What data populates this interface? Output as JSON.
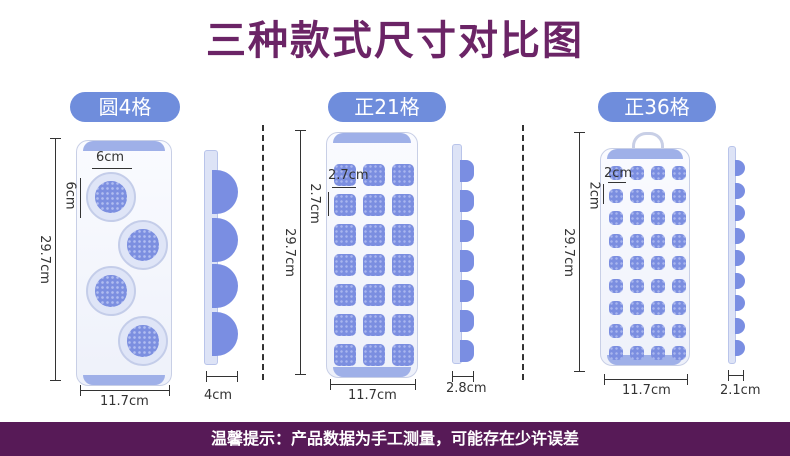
{
  "title": "三种款式尺寸对比图",
  "products": [
    {
      "label": "圆4格",
      "tray_length": "29.7cm",
      "tray_width": "11.7cm",
      "depth": "4cm",
      "cell_width": "6cm",
      "cell_height": "6cm"
    },
    {
      "label": "正21格",
      "tray_length": "29.7cm",
      "tray_width": "11.7cm",
      "depth": "2.8cm",
      "cell_width": "2.7cm",
      "cell_height": "2.7cm"
    },
    {
      "label": "正36格",
      "tray_length": "29.7cm",
      "tray_width": "11.7cm",
      "depth": "2.1cm",
      "cell_width": "2cm",
      "cell_height": "2cm"
    }
  ],
  "footer": "温馨提示：产品数据为手工测量，可能存在少许误差",
  "colors": {
    "title": "#6b2466",
    "pill": "#6f8ddc",
    "cell": "#7b8ee0",
    "footer_bg": "#571a57"
  }
}
